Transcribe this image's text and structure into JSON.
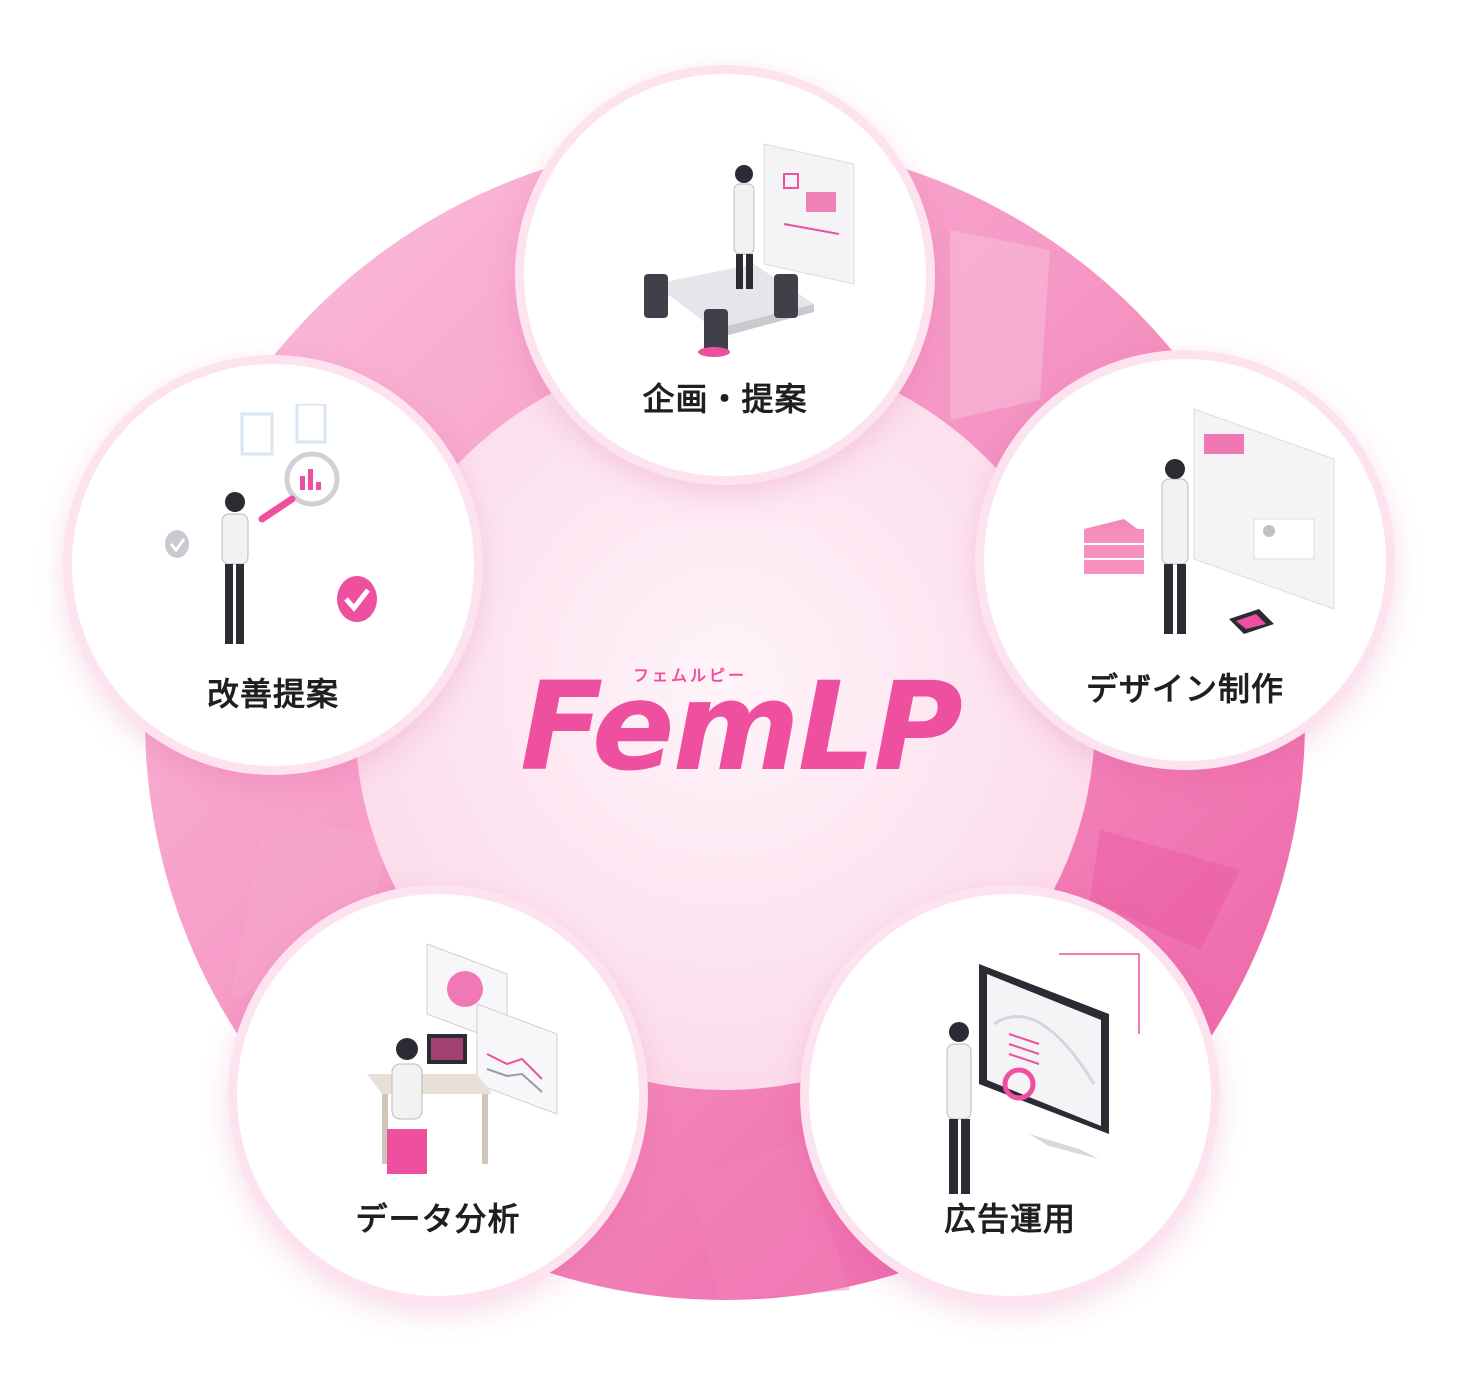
{
  "brand": {
    "name": "FemLP",
    "ruby": "フェムルピー",
    "color": "#ee4f9e"
  },
  "services": [
    {
      "label": "企画・提案",
      "illustration": "meeting-illustration"
    },
    {
      "label": "デザイン制作",
      "illustration": "design-illustration"
    },
    {
      "label": "広告運用",
      "illustration": "ad-monitor-illustration"
    },
    {
      "label": "データ分析",
      "illustration": "data-analysis-illustration"
    },
    {
      "label": "改善提案",
      "illustration": "improvement-illustration"
    }
  ],
  "colors": {
    "ring_light": "#f9b7d6",
    "ring_dark": "#ee5fa6",
    "center_fill": "#fde8f2",
    "node_border": "#fde3f0",
    "accent": "#ee4f9e",
    "text": "#1f1f1f"
  }
}
